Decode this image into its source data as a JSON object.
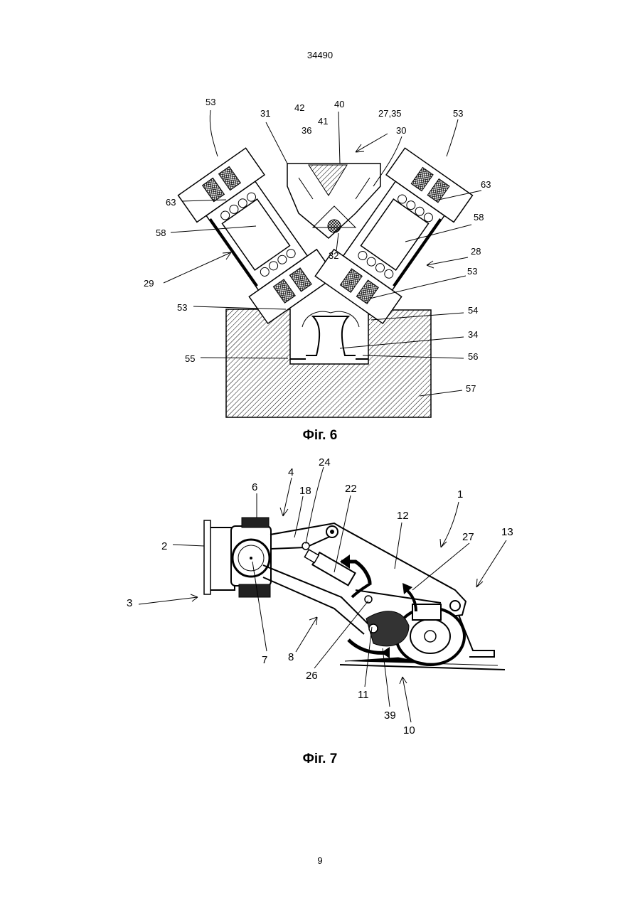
{
  "header": {
    "doc_number": "34490"
  },
  "footer": {
    "page_number": "9"
  },
  "figures": [
    {
      "caption": "Фіг. 6",
      "labels": {
        "l53a": "53",
        "l31": "31",
        "l42": "42",
        "l40": "40",
        "l41": "41",
        "l36": "36",
        "l2735": "27,35",
        "l30": "30",
        "l53b": "53",
        "l63a": "63",
        "l63b": "63",
        "l58a": "58",
        "l58b": "58",
        "l32": "32",
        "l28": "28",
        "l29": "29",
        "l53c": "53",
        "l53d": "53",
        "l54": "54",
        "l34": "34",
        "l55": "55",
        "l56": "56",
        "l57": "57"
      }
    },
    {
      "caption": "Фіг. 7",
      "labels": {
        "l24": "24",
        "l4": "4",
        "l6": "6",
        "l18": "18",
        "l22": "22",
        "l1": "1",
        "l12": "12",
        "l13": "13",
        "l27": "27",
        "l2": "2",
        "l3": "3",
        "l7": "7",
        "l8": "8",
        "l26": "26",
        "l11": "11",
        "l39": "39",
        "l10": "10"
      }
    }
  ]
}
